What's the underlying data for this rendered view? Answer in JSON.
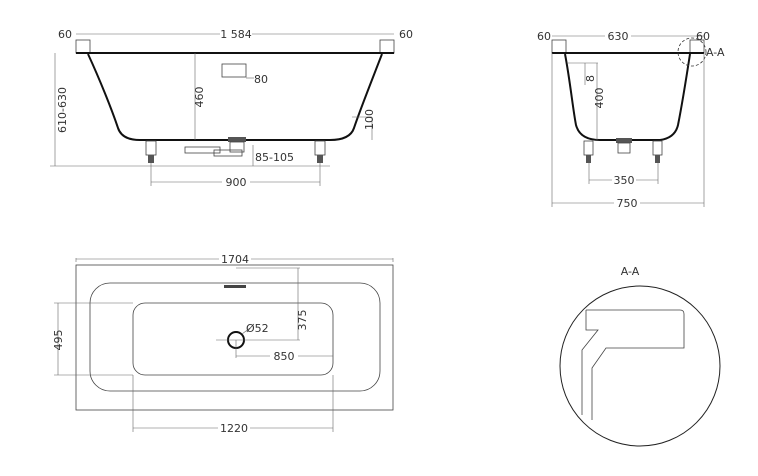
{
  "front_view": {
    "rim_left": "60",
    "length": "1 584",
    "rim_right": "60",
    "height": "610-630",
    "depth": "460",
    "overflow": "80",
    "side_drop": "100",
    "drain_height": "85-105",
    "leg_spacing": "900"
  },
  "side_view": {
    "rim_left": "60",
    "width_inner": "630",
    "rim_right": "60",
    "section_marker": "A-A",
    "offset": "8",
    "depth": "400",
    "leg_spacing": "350",
    "total_width": "750"
  },
  "top_view": {
    "length": "1704",
    "width": "495",
    "drain_offset_y": "375",
    "drain_diameter": "Ø52",
    "drain_offset_x": "850",
    "basin_length": "1220"
  },
  "detail": {
    "title": "A-A"
  }
}
